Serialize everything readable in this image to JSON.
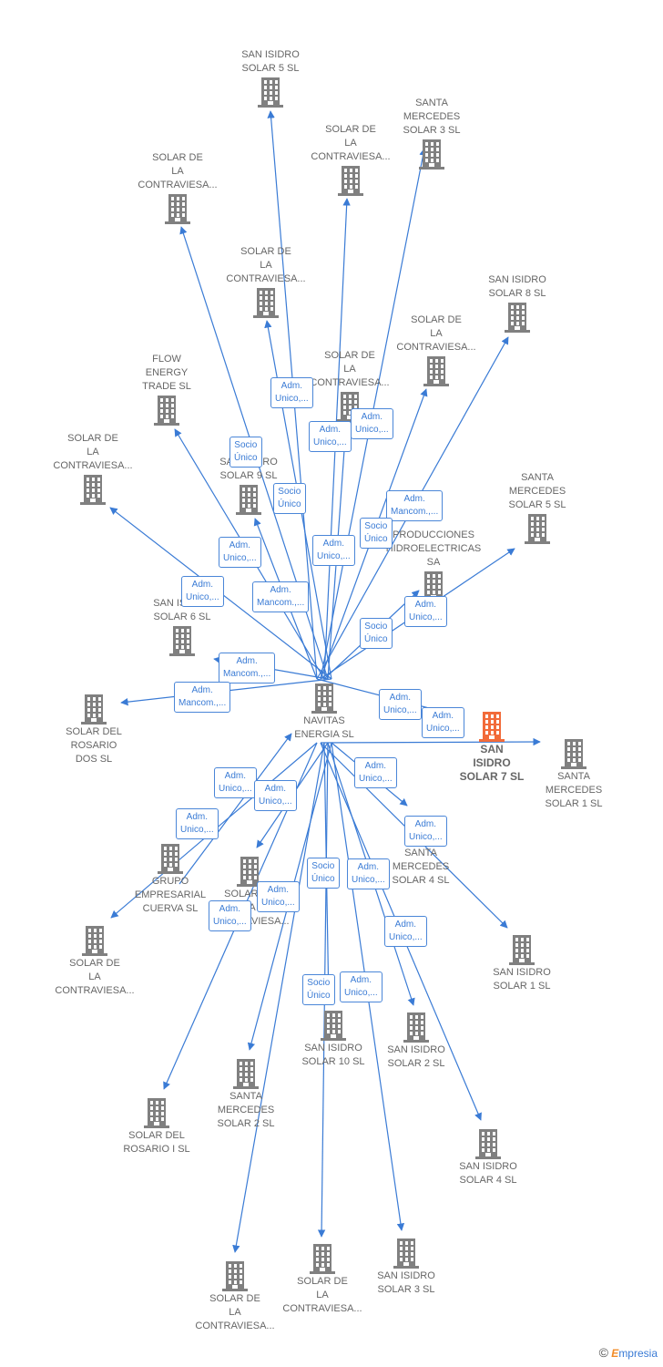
{
  "colors": {
    "edge": "#3a7bd5",
    "building": "#808080",
    "highlight": "#f26b3a"
  },
  "nodes": [
    {
      "id": "center",
      "label": "NAVITAS\nENERGIA SL",
      "role": "center"
    },
    {
      "id": "main",
      "label": "SAN\nISIDRO\nSOLAR 7  SL",
      "role": "main"
    },
    {
      "id": "sis5",
      "label": "SAN ISIDRO\nSOLAR 5  SL"
    },
    {
      "id": "sm3",
      "label": "SANTA\nMERCEDES\nSOLAR 3  SL"
    },
    {
      "id": "sdlc1",
      "label": "SOLAR DE\nLA\nCONTRAVIESA..."
    },
    {
      "id": "sdlc2",
      "label": "SOLAR DE\nLA\nCONTRAVIESA..."
    },
    {
      "id": "sdlc3",
      "label": "SOLAR DE\nLA\nCONTRAVIESA..."
    },
    {
      "id": "sis8",
      "label": "SAN ISIDRO\nSOLAR 8  SL"
    },
    {
      "id": "sdlc4",
      "label": "SOLAR DE\nLA\nCONTRAVIESA..."
    },
    {
      "id": "flow",
      "label": "FLOW\nENERGY\nTRADE  SL"
    },
    {
      "id": "sdlc5",
      "label": "SOLAR DE\nLA\nCONTRAVIESA..."
    },
    {
      "id": "sdlc6",
      "label": "SOLAR DE\nLA\nCONTRAVIESA..."
    },
    {
      "id": "sis9",
      "label": "SAN ISIDRO\nSOLAR 9  SL"
    },
    {
      "id": "sm5",
      "label": "SANTA\nMERCEDES\nSOLAR 5  SL"
    },
    {
      "id": "prod",
      "label": "PRODUCCIONES\nHIDROELECTRICAS SA"
    },
    {
      "id": "sis6",
      "label": "SAN ISIDRO\nSOLAR 6  SL"
    },
    {
      "id": "sdrd",
      "label": "SOLAR DEL\nROSARIO\nDOS  SL"
    },
    {
      "id": "sm1",
      "label": "SANTA\nMERCEDES\nSOLAR 1  SL"
    },
    {
      "id": "gec",
      "label": "GRUPO\nEMPRESARIAL\nCUERVA SL"
    },
    {
      "id": "sdlc7",
      "label": "SOLAR DE\nLA\nCONTRAVIESA..."
    },
    {
      "id": "sm4",
      "label": "SANTA\nMERCEDES\nSOLAR 4  SL"
    },
    {
      "id": "sdlc8",
      "label": "SOLAR DE\nLA\nCONTRAVIESA..."
    },
    {
      "id": "sis1",
      "label": "SAN ISIDRO\nSOLAR 1  SL"
    },
    {
      "id": "sis10",
      "label": "SAN ISIDRO\nSOLAR 10  SL"
    },
    {
      "id": "sis2",
      "label": "SAN ISIDRO\nSOLAR 2  SL"
    },
    {
      "id": "sm2",
      "label": "SANTA\nMERCEDES\nSOLAR 2  SL"
    },
    {
      "id": "sdri",
      "label": "SOLAR DEL\nROSARIO I  SL"
    },
    {
      "id": "sis4",
      "label": "SAN ISIDRO\nSOLAR 4  SL"
    },
    {
      "id": "sdlc9",
      "label": "SOLAR DE\nLA\nCONTRAVIESA..."
    },
    {
      "id": "sdlc10",
      "label": "SOLAR DE\nLA\nCONTRAVIESA..."
    },
    {
      "id": "sis3",
      "label": "SAN ISIDRO\nSOLAR 3  SL"
    }
  ],
  "edges": [
    {
      "from": "center",
      "to": "sis5"
    },
    {
      "from": "center",
      "to": "sm3"
    },
    {
      "from": "center",
      "to": "sdlc1"
    },
    {
      "from": "center",
      "to": "sdlc2"
    },
    {
      "from": "center",
      "to": "sdlc3"
    },
    {
      "from": "center",
      "to": "sis8"
    },
    {
      "from": "center",
      "to": "sdlc4"
    },
    {
      "from": "center",
      "to": "flow"
    },
    {
      "from": "center",
      "to": "sdlc5"
    },
    {
      "from": "center",
      "to": "sdlc6"
    },
    {
      "from": "center",
      "to": "sis9"
    },
    {
      "from": "center",
      "to": "sm5"
    },
    {
      "from": "center",
      "to": "prod"
    },
    {
      "from": "center",
      "to": "sis6"
    },
    {
      "from": "center",
      "to": "sdrd"
    },
    {
      "from": "center",
      "to": "main"
    },
    {
      "from": "center",
      "to": "sm1"
    },
    {
      "from": "gec",
      "to": "center"
    },
    {
      "from": "center",
      "to": "sdlc7"
    },
    {
      "from": "center",
      "to": "sm4"
    },
    {
      "from": "center",
      "to": "sdlc8"
    },
    {
      "from": "center",
      "to": "sis1"
    },
    {
      "from": "center",
      "to": "sis10"
    },
    {
      "from": "center",
      "to": "sis2"
    },
    {
      "from": "center",
      "to": "sm2"
    },
    {
      "from": "center",
      "to": "sdri"
    },
    {
      "from": "center",
      "to": "sis4"
    },
    {
      "from": "center",
      "to": "sdlc9"
    },
    {
      "from": "center",
      "to": "sdlc10"
    },
    {
      "from": "center",
      "to": "sis3"
    }
  ],
  "badges": [
    {
      "text": "Adm.\nUnico,..."
    },
    {
      "text": "Socio\nÚnico"
    },
    {
      "text": "Adm.\nUnico,..."
    },
    {
      "text": "Adm.\nUnico,..."
    },
    {
      "text": "Socio\nÚnico"
    },
    {
      "text": "Adm.\nMancom.,..."
    },
    {
      "text": "Socio\nÚnico"
    },
    {
      "text": "Adm.\nUnico,..."
    },
    {
      "text": "Adm.\nUnico,..."
    },
    {
      "text": "Adm.\nUnico,..."
    },
    {
      "text": "Adm.\nMancom.,..."
    },
    {
      "text": "Adm.\nUnico,..."
    },
    {
      "text": "Socio\nÚnico"
    },
    {
      "text": "Adm.\nMancom.,..."
    },
    {
      "text": "Adm.\nMancom.,..."
    },
    {
      "text": "Adm.\nUnico,..."
    },
    {
      "text": "Adm.\nUnico,..."
    },
    {
      "text": "Adm.\nUnico,..."
    },
    {
      "text": "Adm.\nUnico,..."
    },
    {
      "text": "Adm.\nUnico,..."
    },
    {
      "text": "Adm.\nUnico,..."
    },
    {
      "text": "Adm.\nUnico,..."
    },
    {
      "text": "Socio\nÚnico"
    },
    {
      "text": "Adm.\nUnico,..."
    },
    {
      "text": "Adm.\nUnico,..."
    },
    {
      "text": "Adm.\nUnico,..."
    },
    {
      "text": "Adm.\nUnico,..."
    },
    {
      "text": "Socio\nÚnico"
    },
    {
      "text": "Adm.\nUnico,..."
    }
  ],
  "footer": {
    "copyright": "©",
    "brand_e": "E",
    "brand_rest": "mpresia"
  }
}
